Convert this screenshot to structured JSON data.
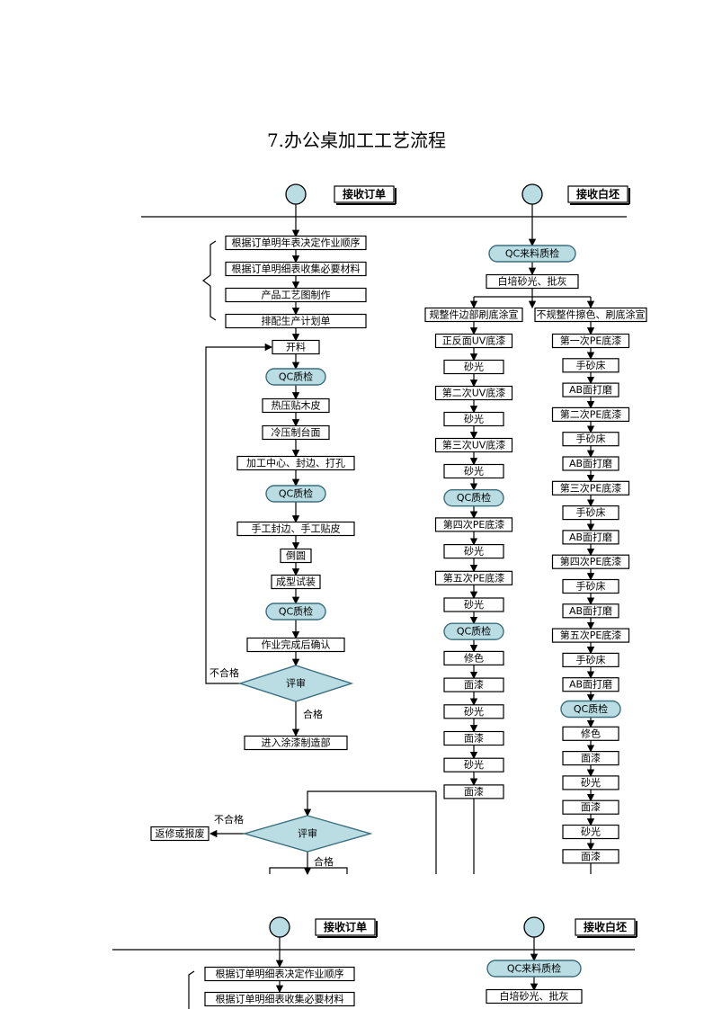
{
  "title": "7.办公桌加工工艺流程",
  "headers": {
    "order": "接收订单",
    "blank": "接收白坯"
  },
  "left_steps": [
    "根据订单明年表决定作业顺序",
    "根据订单明细表收集必要材料",
    "产品工艺图制作",
    "排配生产计划单",
    "开料",
    "QC质检",
    "热压贴木皮",
    "冷压制台面",
    "加工中心、封边、打孔",
    "QC质检",
    "手工封边、手工贴皮",
    "倒圆",
    "成型试装",
    "QC质检",
    "作业完成后确认",
    "评审",
    "进入涂漆制造部"
  ],
  "left_labels": {
    "fail": "不合格",
    "pass": "合格"
  },
  "top_steps": [
    "QC来料质检",
    "白培砂光、批灰"
  ],
  "branch_heads": [
    "规整件边部刷底涂宣",
    "不规整件擦色、刷底涂宣"
  ],
  "col_a": [
    "正反面UV底漆",
    "砂光",
    "第二次UV底漆",
    "砂光",
    "第三次UV底漆",
    "砂光",
    "QC质检",
    "第四次PE底漆",
    "砂光",
    "第五次PE底漆",
    "砂光",
    "QC质检",
    "修色",
    "面漆",
    "砂光",
    "面漆",
    "砂光",
    "面漆"
  ],
  "col_b": [
    "第一次PE底漆",
    "手砂床",
    "AB面打磨",
    "第二次PE底漆",
    "手砂床",
    "AB面打磨",
    "第三次PE底漆",
    "手砂床",
    "AB面打磨",
    "第四次PE底漆",
    "手砂床",
    "AB面打磨",
    "第五次PE底漆",
    "手砂床",
    "AB面打磨",
    "QC质检",
    "修色",
    "面漆",
    "砂光",
    "面漆",
    "砂光",
    "面漆"
  ],
  "bottom": {
    "review": "评审",
    "fail": "不合格",
    "pass": "合格",
    "reject": "返修或报废"
  },
  "repeat": {
    "order": "接收订单",
    "blank": "接收白坯",
    "steps": [
      "根据订单明细表决定作业顺序",
      "根据订单明细表收集必要材料"
    ],
    "qc": "QC来料质检",
    "sand": "白培砂光、批灰"
  }
}
